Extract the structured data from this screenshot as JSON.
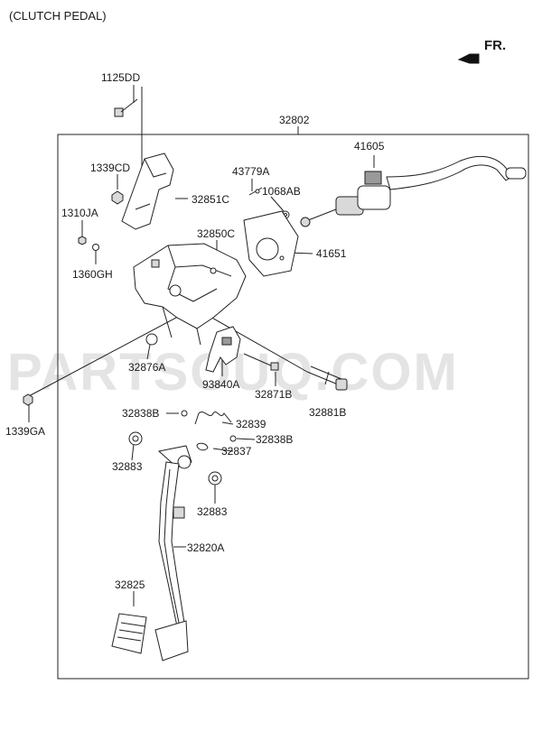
{
  "header": {
    "title": "(CLUTCH PEDAL)",
    "direction_label": "FR."
  },
  "watermark": "PARTSOUQ.COM",
  "assembly_label": "32802",
  "parts": {
    "p1125DD": "1125DD",
    "p1339CD": "1339CD",
    "p32851C": "32851C",
    "p43779A": "43779A",
    "p1068AB": "1068AB",
    "p41605": "41605",
    "p1310JA": "1310JA",
    "p32850C": "32850C",
    "p41651": "41651",
    "p1360GH": "1360GH",
    "p32876A": "32876A",
    "p93840A": "93840A",
    "p32871B": "32871B",
    "p32881B": "32881B",
    "p1339GA": "1339GA",
    "p32838B_left": "32838B",
    "p32839": "32839",
    "p32838B_right": "32838B",
    "p32837": "32837",
    "p32883_left": "32883",
    "p32883_right": "32883",
    "p32820A": "32820A",
    "p32825": "32825"
  }
}
